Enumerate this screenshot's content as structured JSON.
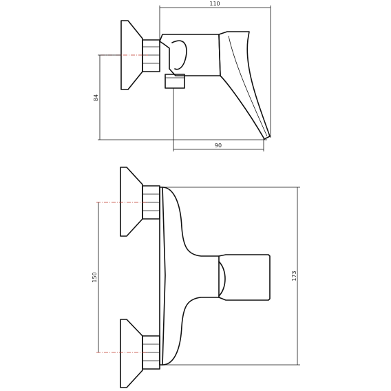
{
  "drawing": {
    "line_color": "#111111",
    "centerline_color": "#c0392b",
    "side_view": {
      "dim_width": "110",
      "dim_height": "84",
      "dim_reach": "90"
    },
    "front_view": {
      "dim_centers": "150",
      "dim_height": "173"
    }
  }
}
